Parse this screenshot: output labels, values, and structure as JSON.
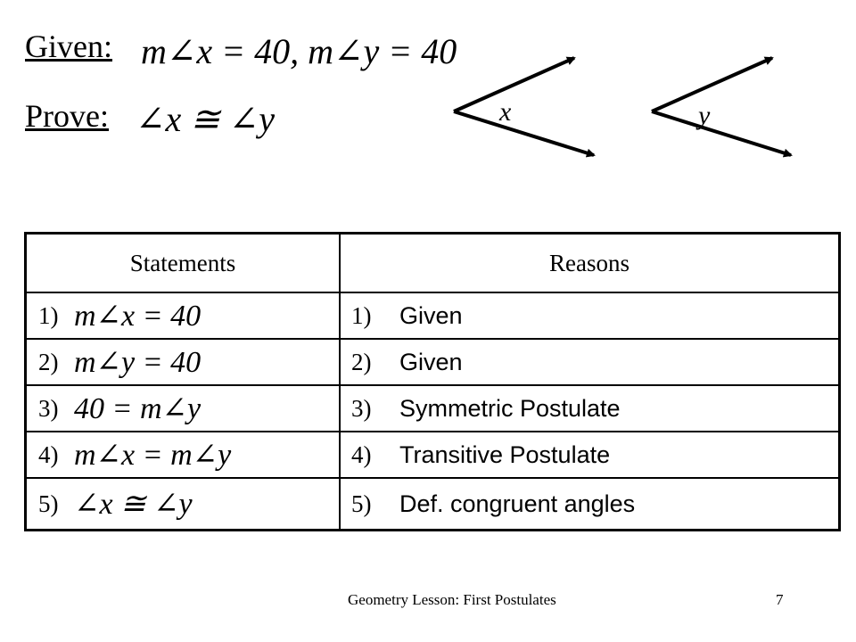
{
  "given": {
    "label": "Given:",
    "math": "m∠x = 40, m∠y = 40"
  },
  "prove": {
    "label": "Prove:",
    "math": "∠x ≅ ∠y"
  },
  "figure": {
    "angle1_label": "x",
    "angle2_label": "y"
  },
  "table": {
    "headers": [
      "Statements",
      "Reasons"
    ],
    "rows": [
      {
        "num": "1)",
        "statement": "m∠x = 40",
        "reason_num": "1)",
        "reason": "Given"
      },
      {
        "num": "2)",
        "statement": "m∠y = 40",
        "reason_num": "2)",
        "reason": "Given"
      },
      {
        "num": "3)",
        "statement": "40 = m∠y",
        "reason_num": "3)",
        "reason": "Symmetric Postulate"
      },
      {
        "num": "4)",
        "statement": "m∠x = m∠y",
        "reason_num": "4)",
        "reason": "Transitive Postulate"
      },
      {
        "num": "5)",
        "statement": "∠x ≅ ∠y",
        "reason_num": "5)",
        "reason": "Def. congruent angles"
      }
    ]
  },
  "footer": {
    "title": "Geometry Lesson: First Postulates",
    "page": "7"
  }
}
